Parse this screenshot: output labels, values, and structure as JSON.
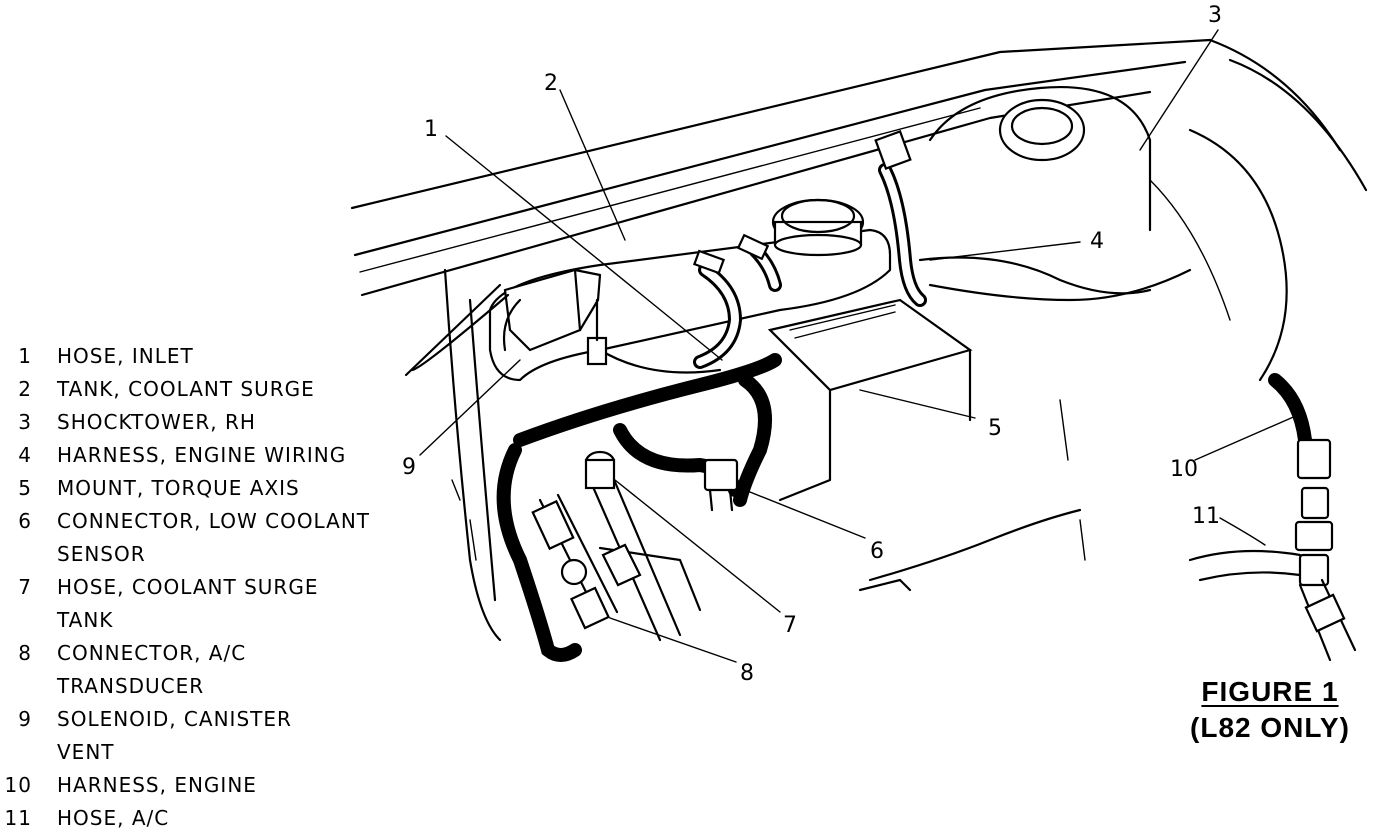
{
  "legend": [
    {
      "num": "1",
      "lines": [
        "HOSE, INLET"
      ]
    },
    {
      "num": "2",
      "lines": [
        "TANK, COOLANT SURGE"
      ]
    },
    {
      "num": "3",
      "lines": [
        "SHOCKTOWER, RH"
      ]
    },
    {
      "num": "4",
      "lines": [
        "HARNESS, ENGINE WIRING"
      ]
    },
    {
      "num": "5",
      "lines": [
        "MOUNT, TORQUE AXIS"
      ]
    },
    {
      "num": "6",
      "lines": [
        "CONNECTOR, LOW COOLANT",
        "SENSOR"
      ]
    },
    {
      "num": "7",
      "lines": [
        "HOSE, COOLANT SURGE",
        "TANK"
      ]
    },
    {
      "num": "8",
      "lines": [
        "CONNECTOR, A/C",
        "TRANSDUCER"
      ]
    },
    {
      "num": "9",
      "lines": [
        "SOLENOID, CANISTER",
        "VENT"
      ]
    },
    {
      "num": "10",
      "lines": [
        "HARNESS, ENGINE"
      ]
    },
    {
      "num": "11",
      "lines": [
        "HOSE, A/C"
      ]
    }
  ],
  "callouts": {
    "c1": "1",
    "c2": "2",
    "c3": "3",
    "c4": "4",
    "c5": "5",
    "c6": "6",
    "c7": "7",
    "c8": "8",
    "c9": "9",
    "c10": "10",
    "c11": "11"
  },
  "figure": {
    "title": "FIGURE 1",
    "subtitle": "(L82 ONLY)"
  }
}
